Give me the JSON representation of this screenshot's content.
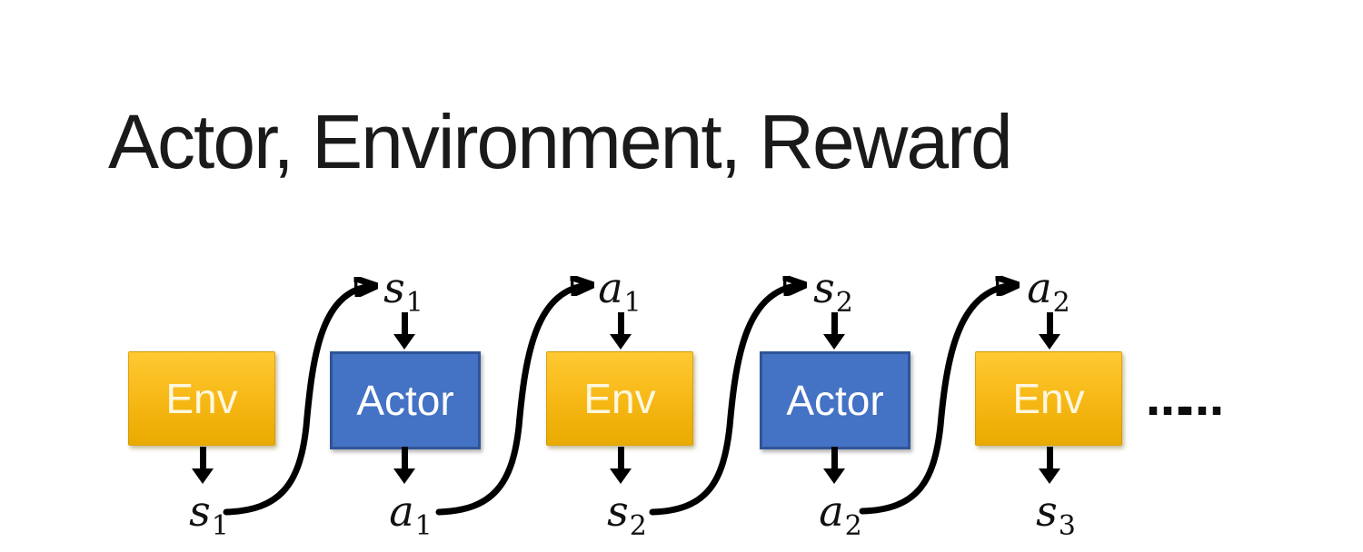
{
  "title": "Actor, Environment, Reward",
  "diagram": {
    "boxes": [
      {
        "type": "env",
        "label": "Env",
        "top_label": null,
        "bottom_label": {
          "base": "s",
          "sub": "1"
        }
      },
      {
        "type": "actor",
        "label": "Actor",
        "top_label": {
          "base": "s",
          "sub": "1"
        },
        "bottom_label": {
          "base": "a",
          "sub": "1"
        }
      },
      {
        "type": "env",
        "label": "Env",
        "top_label": {
          "base": "a",
          "sub": "1"
        },
        "bottom_label": {
          "base": "s",
          "sub": "2"
        }
      },
      {
        "type": "actor",
        "label": "Actor",
        "top_label": {
          "base": "s",
          "sub": "2"
        },
        "bottom_label": {
          "base": "a",
          "sub": "2"
        }
      },
      {
        "type": "env",
        "label": "Env",
        "top_label": {
          "base": "a",
          "sub": "2"
        },
        "bottom_label": {
          "base": "s",
          "sub": "3"
        }
      }
    ],
    "ellipsis": "……"
  },
  "colors": {
    "title_text": "#1a1a1a",
    "env_gradient_top": "#ffc933",
    "env_gradient_bottom": "#e9aa00",
    "env_text": "#fdf7df",
    "actor_fill": "#4472c4",
    "actor_border": "#2f5597",
    "arrow": "#000000"
  }
}
